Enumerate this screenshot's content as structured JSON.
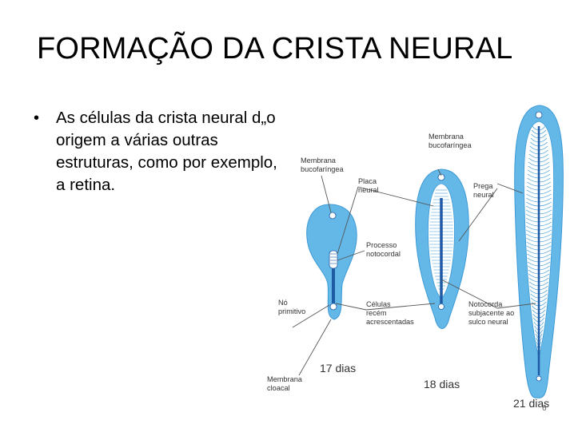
{
  "slide": {
    "title": "FORMAÇÃO DA CRISTA NEURAL",
    "bullet": "As células da crista neural d„o origem a várias outras estruturas, como por exemplo, a retina."
  },
  "figure": {
    "labels": {
      "membrana_buco_1_line1": "Membrana",
      "membrana_buco_1_line2": "bucofaríngea",
      "placa_line1": "Placa",
      "placa_line2": "neural",
      "processo_line1": "Processo",
      "processo_line2": "notocordal",
      "no_line1": "Nó",
      "no_line2": "primitivo",
      "celulas_line1": "Células",
      "celulas_line2": "recém",
      "celulas_line3": "acrescentadas",
      "cloacal_line1": "Membrana",
      "cloacal_line2": "cloacal",
      "membrana_buco_2_line1": "Membrana",
      "membrana_buco_2_line2": "bucofaríngea",
      "prega_line1": "Prega",
      "prega_line2": "neural",
      "notocorda_line1": "Notocorda",
      "notocorda_line2": "subjacente ao",
      "notocorda_line3": "sulco neural"
    },
    "days": {
      "d17": "17 dias",
      "d18": "18 dias",
      "d21": "21 dias"
    },
    "page_number": "6",
    "colors": {
      "embryo_fill": "#64b8e8",
      "embryo_dark": "#3d9ad6",
      "notochord": "#1f5aa5",
      "fold": "#ffffff"
    }
  }
}
